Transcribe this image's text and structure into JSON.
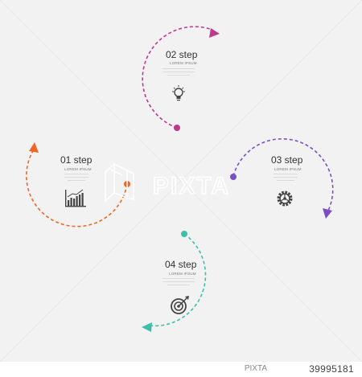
{
  "steps": [
    {
      "title": "01 step",
      "subtitle": "LOREM IPSUM",
      "icon": "bar-chart-icon",
      "color": "#f26522"
    },
    {
      "title": "02 step",
      "subtitle": "LOREM IPSUM",
      "icon": "light-bulb-icon",
      "color": "#c0388e"
    },
    {
      "title": "03 step",
      "subtitle": "LOREM IPSUM",
      "icon": "gear-icon",
      "color": "#7b4fc4"
    },
    {
      "title": "04 step",
      "subtitle": "LOREM IPSUM",
      "icon": "target-icon",
      "color": "#3fbfa8"
    }
  ],
  "watermark": {
    "text": "PIXTA"
  },
  "footer": {
    "brand": "PIXTA",
    "image_id": "39995181"
  }
}
